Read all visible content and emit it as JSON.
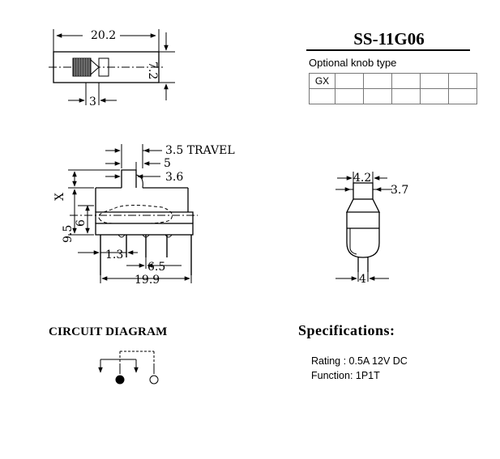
{
  "model": "SS-11G06",
  "knob_table": {
    "caption": "Optional knob type",
    "rows": [
      [
        "GX",
        "",
        "",
        "",
        "",
        ""
      ],
      [
        "",
        "",
        "",
        "",
        "",
        ""
      ]
    ]
  },
  "dimensions": {
    "top_width": "20.2",
    "top_height": "7.2",
    "knob_width": "3",
    "travel": "3.5 TRAVEL",
    "dim_5": "5",
    "dim_3_6": "3.6",
    "x_label": "X",
    "dim_6": "6",
    "dim_9_5": "9.5",
    "dim_1_3": "1.3",
    "dim_6_5": "6.5",
    "dim_19_9": "19.9",
    "end_4_2": "4.2",
    "end_3_7": "3.7",
    "end_4": "4"
  },
  "circuit": {
    "title": "CIRCUIT DIAGRAM"
  },
  "specifications": {
    "title": "Specifications:",
    "rating": "Rating : 0.5A 12V DC",
    "function": "Function: 1P1T"
  }
}
